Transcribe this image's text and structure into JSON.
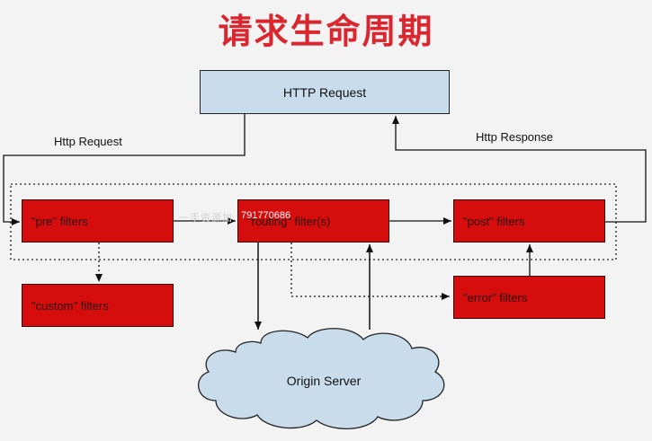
{
  "title": "请求生命周期",
  "http_request_box": "HTTP Request",
  "labels": {
    "http_request": "Http Request",
    "http_response": "Http Response"
  },
  "filters": {
    "pre": "\"pre\" filters",
    "routing": "\"routing\" filter(s)",
    "post": "\"post\" filters",
    "custom": "\"custom\" filters",
    "error": "\"error\" filters"
  },
  "origin_server": "Origin Server",
  "watermark": {
    "text": "一手资源加",
    "number": "791770686"
  },
  "colors": {
    "title": "#d9262f",
    "filter_fill": "#d50d0d",
    "request_box_fill": "#c9dcec"
  }
}
